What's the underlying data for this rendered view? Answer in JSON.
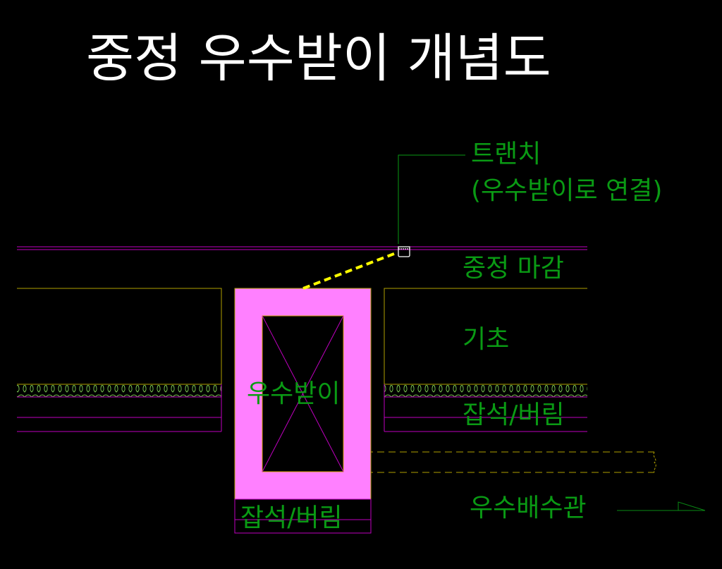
{
  "title": "중정 우수받이 개념도",
  "labels": {
    "trench_line1": "트랜치",
    "trench_line2": "(우수받이로 연결)",
    "courtyard_finish": "중정 마감",
    "foundation": "기초",
    "gravel_right": "잡석/버림",
    "catch_basin": "우수받이",
    "gravel_bottom": "잡석/버림",
    "drain_pipe": "우수배수관"
  },
  "colors": {
    "background": "#000000",
    "title": "#ffffff",
    "label": "#0a9a14",
    "catch_basin_fill": "#ff80ff",
    "boundary": "#c000c0",
    "outline_yellow": "#b0a000",
    "trench_link": "#ffff00"
  }
}
